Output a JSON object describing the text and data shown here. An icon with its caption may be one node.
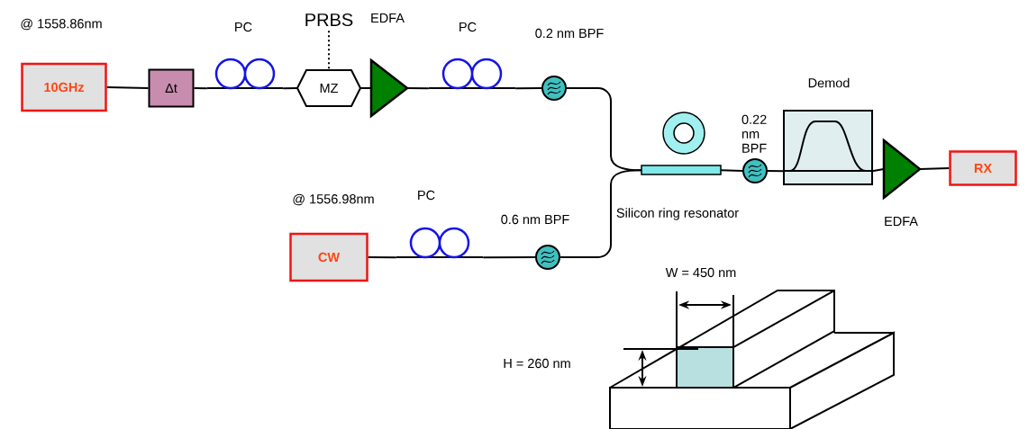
{
  "diagram": {
    "nodes": [
      {
        "text": [
          "10GHz"
        ],
        "beside": [
          "@ 1558.86nm"
        ]
      },
      {
        "text": [
          "Δt"
        ]
      },
      {
        "text": [
          "PC"
        ]
      },
      {
        "text": [
          "PRBS"
        ]
      },
      {
        "text": [
          "MZ"
        ]
      },
      {
        "text": [
          "EDFA"
        ]
      },
      {
        "text": [
          "PC"
        ]
      },
      {
        "text": [
          "0.2 nm BPF"
        ]
      },
      {
        "text": [
          "CW"
        ],
        "beside": [
          "@ 1556.98nm"
        ]
      },
      {
        "text": [
          "PC"
        ]
      },
      {
        "text": [
          "0.6 nm BPF"
        ]
      },
      {
        "text": [
          "Silicon ring resonator"
        ]
      },
      {
        "text": [
          "0.22 nm BPF"
        ]
      },
      {
        "text": [
          "Demod"
        ]
      },
      {
        "text": [
          "EDFA"
        ]
      },
      {
        "text": [
          "RX"
        ]
      }
    ],
    "edges": [
      {
        "from": 0,
        "to": 1,
        "arrow": "none"
      },
      {
        "from": 1,
        "to": 2,
        "arrow": "none"
      },
      {
        "from": 2,
        "to": 4,
        "arrow": "none"
      },
      {
        "from": 3,
        "to": 4,
        "arrow": "none",
        "style": "dashed"
      },
      {
        "from": 4,
        "to": 5,
        "arrow": "none"
      },
      {
        "from": 5,
        "to": 6,
        "arrow": "none"
      },
      {
        "from": 6,
        "to": 7,
        "arrow": "none"
      },
      {
        "from": 7,
        "to": 11,
        "arrow": "none"
      },
      {
        "from": 8,
        "to": 9,
        "arrow": "none"
      },
      {
        "from": 9,
        "to": 10,
        "arrow": "none"
      },
      {
        "from": 10,
        "to": 11,
        "arrow": "none"
      },
      {
        "from": 11,
        "to": 12,
        "arrow": "none"
      },
      {
        "from": 12,
        "to": 13,
        "arrow": "none"
      },
      {
        "from": 13,
        "to": 14,
        "arrow": "none"
      },
      {
        "from": 14,
        "to": 15,
        "arrow": "none"
      }
    ],
    "labels": [
      "W = 450 nm",
      "H = 260 nm"
    ]
  }
}
